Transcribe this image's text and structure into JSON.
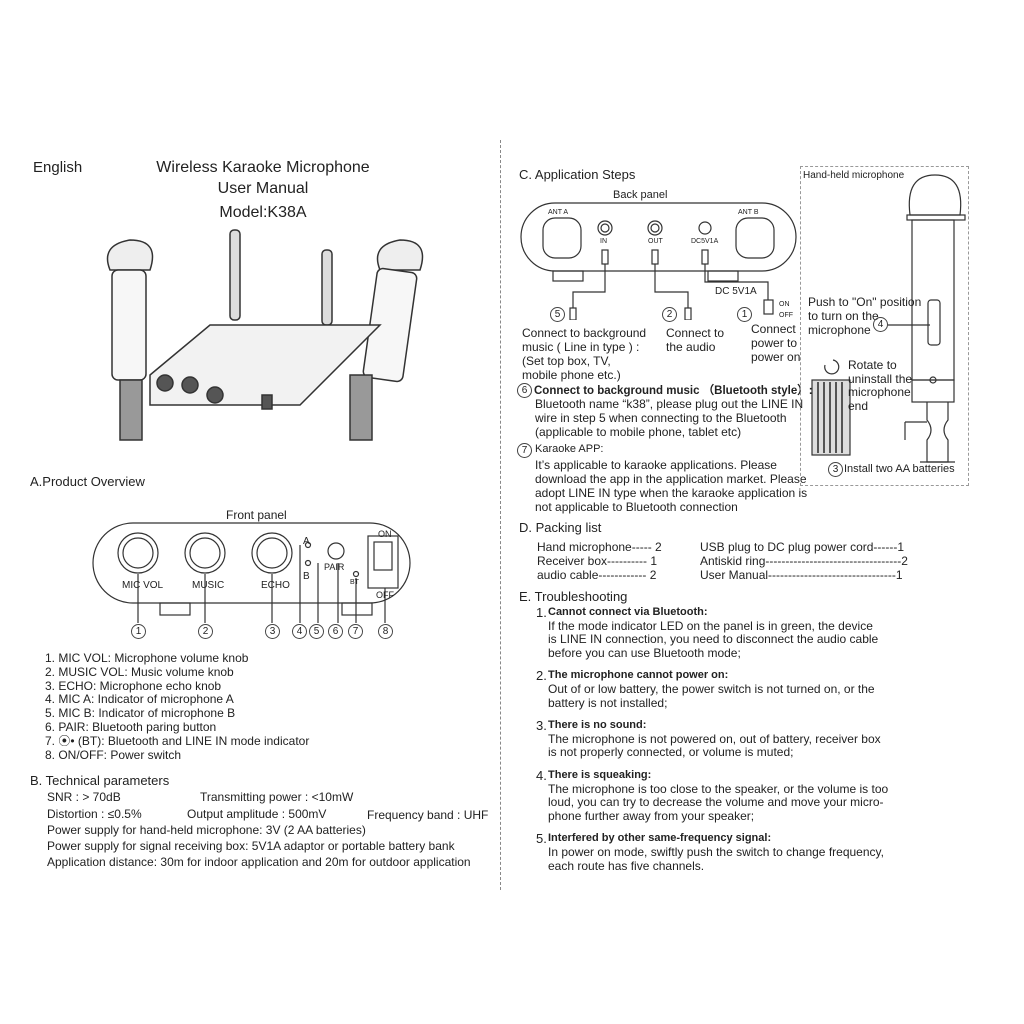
{
  "header": {
    "language": "English",
    "title_line1": "Wireless Karaoke Microphone",
    "title_line2": "User Manual",
    "model": "Model:K38A"
  },
  "sections": {
    "a": {
      "title": "A.Product Overview",
      "front_panel_label": "Front panel",
      "panel_labels": {
        "mic_vol": "MIC VOL",
        "music": "MUSIC",
        "echo": "ECHO",
        "a": "A",
        "b": "B",
        "pair": "PAIR",
        "on": "ON",
        "off": "OFF",
        "bt": "BT"
      },
      "callouts": [
        "1",
        "2",
        "3",
        "4",
        "5",
        "6",
        "7",
        "8"
      ],
      "items": [
        "1. MIC VOL: Microphone volume knob",
        "2. MUSIC VOL: Music volume knob",
        "3. ECHO: Microphone echo knob",
        "4. MIC A: Indicator of microphone A",
        "5. MIC B: Indicator of microphone B",
        "6. PAIR: Bluetooth paring button",
        "7. ⦿• (BT): Bluetooth and LINE IN mode indicator",
        "8. ON/OFF: Power switch"
      ]
    },
    "b": {
      "title": "B. Technical parameters",
      "snr": "SNR : > 70dB",
      "tx_power": "Transmitting power : <10mW",
      "distortion": "Distortion : ≤0.5%",
      "output": "Output amplitude : 500mV",
      "band": "Frequency band : UHF",
      "mic_power": "Power supply for hand-held microphone: 3V (2 AA batteries)",
      "box_power": "Power supply for signal receiving box: 5V1A adaptor or portable battery bank",
      "distance": "Application distance: 30m for indoor application and 20m for outdoor application"
    },
    "c": {
      "title": "C. Application Steps",
      "back_panel": "Back panel",
      "ant_a": "ANT A",
      "ant_b": "ANT B",
      "in": "IN",
      "out": "OUT",
      "dc": "DC5V1A",
      "dc_cable": "DC 5V1A",
      "on": "ON",
      "off": "OFF",
      "step5": {
        "num": "5",
        "lines": [
          "Connect to background",
          "music ( Line in type ) :",
          "(Set top box, TV,",
          "mobile phone etc.)"
        ]
      },
      "step2": {
        "num": "2",
        "lines": [
          "Connect to",
          "the audio"
        ]
      },
      "step1": {
        "num": "1",
        "lines": [
          "Connect",
          "power to",
          "power on"
        ]
      },
      "step6": {
        "num": "6",
        "title": "Connect to background music （Bluetooth style）:",
        "lines": [
          "Bluetooth name “k38”, please plug out the LINE IN",
          "wire in step 5 when connecting to the Bluetooth",
          "(applicable to mobile phone, tablet etc)"
        ]
      },
      "step7": {
        "num": "7",
        "title": "Karaoke APP:",
        "lines": [
          "It’s applicable to karaoke applications. Please",
          "download the app in the application market. Please",
          "adopt LINE IN type when the karaoke application is",
          "not applicable to Bluetooth connection"
        ]
      },
      "handheld": {
        "title": "Hand-held microphone",
        "push": [
          "Push to \"On\" position",
          "to turn on the",
          "microphone"
        ],
        "push_num": "4",
        "rotate": [
          "Rotate to",
          "uninstall the",
          "microphone",
          "end"
        ],
        "battery_num": "3",
        "battery": "Install two AA batteries"
      }
    },
    "d": {
      "title": "D. Packing list",
      "left": [
        {
          "label": "Hand microphone-----",
          "qty": "2"
        },
        {
          "label": "Receiver box----------",
          "qty": "1"
        },
        {
          "label": "audio cable------------",
          "qty": "2"
        }
      ],
      "right": [
        {
          "label": "USB plug to DC plug power cord------",
          "qty": "1"
        },
        {
          "label": "Antiskid ring----------------------------------",
          "qty": "2"
        },
        {
          "label": "User Manual--------------------------------",
          "qty": "1"
        }
      ]
    },
    "e": {
      "title": "E. Troubleshooting",
      "items": [
        {
          "num": "1.",
          "title": "Cannot connect via Bluetooth:",
          "lines": [
            "If the mode indicator LED on the panel is in green, the device",
            "is LINE IN connection, you need to disconnect the audio cable",
            "before you can use Bluetooth mode;"
          ]
        },
        {
          "num": "2.",
          "title": "The microphone cannot power on:",
          "lines": [
            "Out of or low battery, the power switch is not turned on, or the",
            "battery is not installed;"
          ]
        },
        {
          "num": "3.",
          "title": "There is no sound:",
          "lines": [
            "The microphone is not powered on, out of battery, receiver box",
            "is not properly connected, or volume is muted;"
          ]
        },
        {
          "num": "4.",
          "title": "There is squeaking:",
          "lines": [
            "The microphone is too close to the speaker, or the volume is too",
            " loud, you can try to decrease the volume and move your micro-",
            " phone further away from your speaker;"
          ]
        },
        {
          "num": "5.",
          "title": "Interfered by other same-frequency signal:",
          "lines": [
            "In power on mode, swiftly push the switch to change frequency,",
            "each route has five channels."
          ]
        }
      ]
    }
  }
}
